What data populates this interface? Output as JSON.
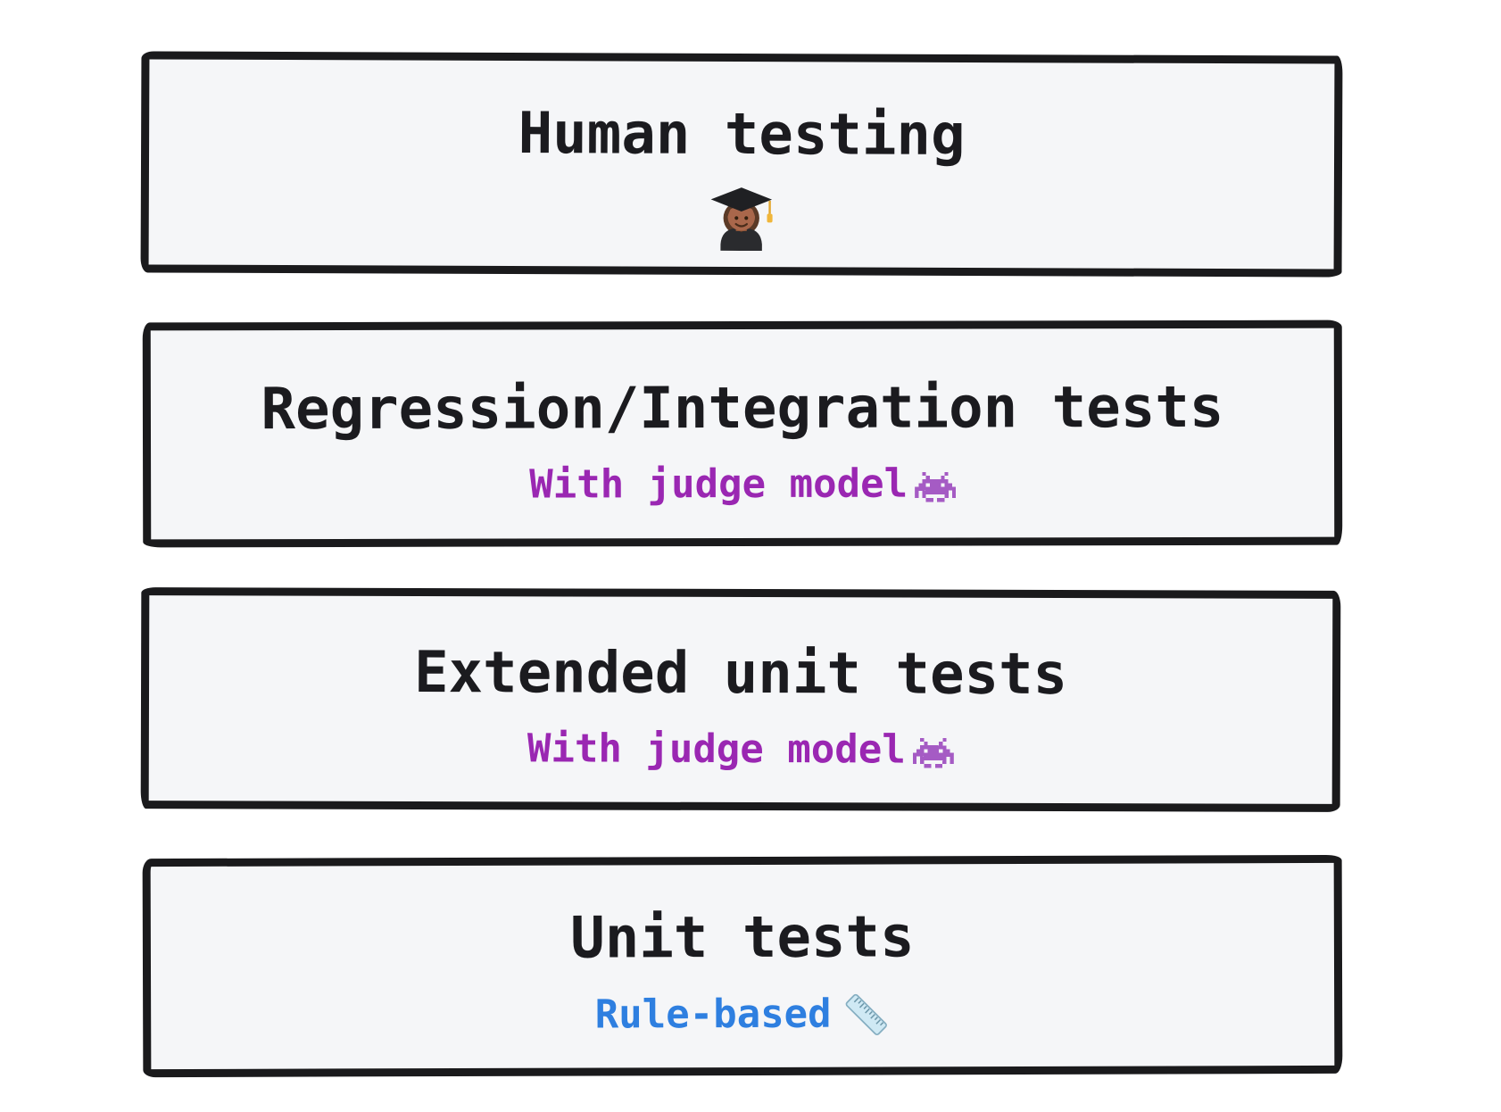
{
  "colors": {
    "page_bg": "#ffffff",
    "box_fill": "#f5f6f8",
    "ink": "#1a1a1c",
    "title_ink": "#1b1b1f",
    "judge_accent": "#9a27b2",
    "rule_accent": "#2e7fe0",
    "invader_purple": "#a55bc4",
    "ruler_blue": "#cfe9f4"
  },
  "diagram": {
    "layers": [
      {
        "title": "Human testing",
        "subtitle": "",
        "emoji": "🧑🏾‍🎓",
        "icon": "student-emoji-icon"
      },
      {
        "title": "Regression/Integration tests",
        "subtitle": "With judge model",
        "emoji": "👾",
        "icon": "alien-monster-emoji-icon"
      },
      {
        "title": "Extended unit tests",
        "subtitle": "With judge model",
        "emoji": "👾",
        "icon": "alien-monster-emoji-icon"
      },
      {
        "title": "Unit tests",
        "subtitle": "Rule-based",
        "emoji": "📏",
        "icon": "straight-ruler-emoji-icon"
      }
    ]
  }
}
